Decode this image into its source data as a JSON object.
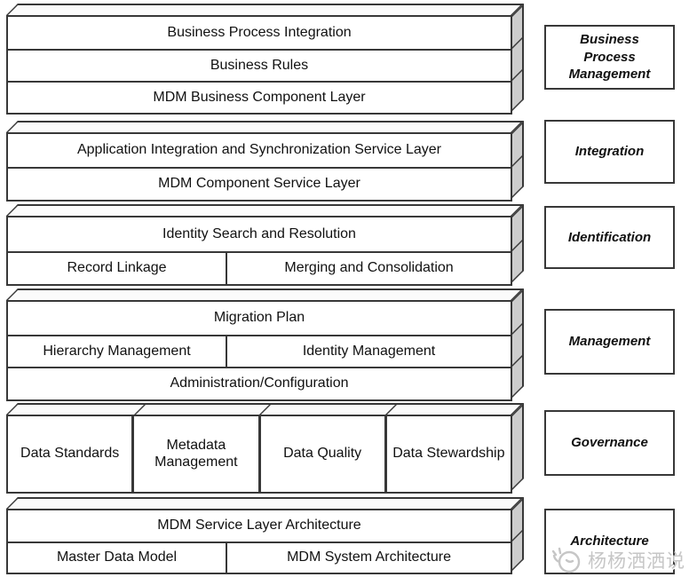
{
  "groups": [
    {
      "side_label": "Business Process Management",
      "rows": [
        [
          "Business Process Integration"
        ],
        [
          "Business Rules"
        ],
        [
          "MDM Business Component Layer"
        ]
      ]
    },
    {
      "side_label": "Integration",
      "rows": [
        [
          "Application Integration and Synchronization Service Layer"
        ],
        [
          "MDM Component Service Layer"
        ]
      ]
    },
    {
      "side_label": "Identification",
      "rows": [
        [
          "Identity Search and Resolution"
        ],
        [
          "Record Linkage",
          "Merging and Consolidation"
        ]
      ]
    },
    {
      "side_label": "Management",
      "rows": [
        [
          "Migration Plan"
        ],
        [
          "Hierarchy Management",
          "Identity Management"
        ],
        [
          "Administration/Configuration"
        ]
      ]
    },
    {
      "side_label": "Governance",
      "rows": [
        [
          "Data Standards",
          "Metadata Management",
          "Data Quality",
          "Data Stewardship"
        ]
      ]
    },
    {
      "side_label": "Architecture",
      "rows": [
        [
          "MDM Service Layer Architecture"
        ],
        [
          "Master Data Model",
          "MDM System Architecture"
        ]
      ]
    }
  ],
  "watermark": {
    "text": "杨杨洒洒说",
    "icon": "wink-face-icon",
    "color": "#c6c6c6"
  },
  "colors": {
    "line": "#383838",
    "front_face": "#ffffff",
    "top_face": "#fbfbfb",
    "side_face": "#cdcdcd"
  }
}
